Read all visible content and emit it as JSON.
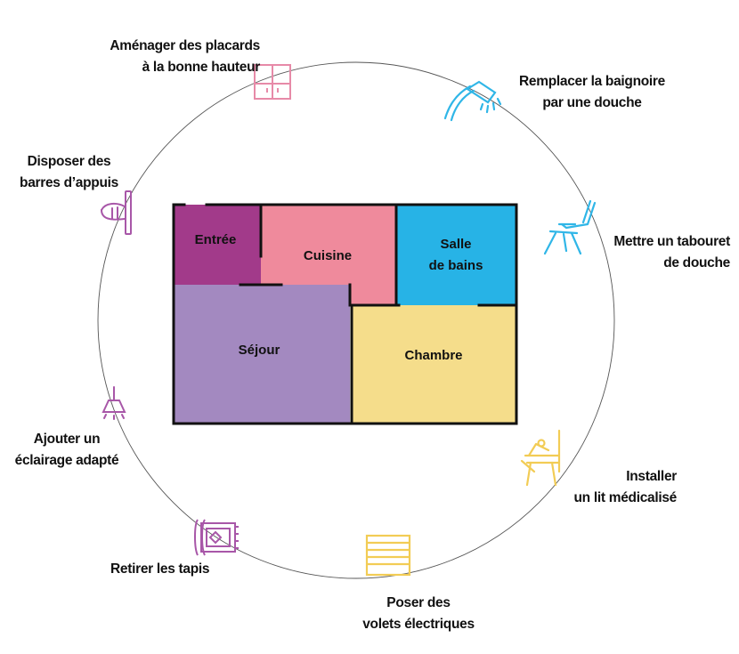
{
  "rooms": {
    "entree": "Entrée",
    "cuisine": "Cuisine",
    "salle_de_bains": [
      "Salle",
      "de bains"
    ],
    "sejour": "Séjour",
    "chambre": "Chambre"
  },
  "actions": {
    "placards": [
      "Aménager des placards",
      "à la bonne hauteur"
    ],
    "baignoire": [
      "Remplacer la baignoire",
      "par une douche"
    ],
    "tabouret": [
      "Mettre un tabouret",
      "de douche"
    ],
    "lit": [
      "Installer",
      "un lit médicalisé"
    ],
    "volets": [
      "Poser des",
      "volets électriques"
    ],
    "tapis": [
      "Retirer les tapis"
    ],
    "eclairage": [
      "Ajouter un",
      "éclairage adapté"
    ],
    "barres": [
      "Disposer des",
      "barres d’appuis"
    ]
  },
  "icons": {
    "placards": "cupboard-icon",
    "baignoire": "shower-head-icon",
    "tabouret": "shower-chair-icon",
    "lit": "medical-bed-icon",
    "volets": "electric-shutter-icon",
    "tapis": "rug-icon",
    "eclairage": "ceiling-lamp-icon",
    "barres": "grab-bar-icon"
  },
  "colors": {
    "entree": "#a23a8a",
    "cuisine": "#ef8a9c",
    "salle_de_bains": "#27b3e6",
    "sejour": "#a389c0",
    "chambre": "#f5dd8b",
    "icon_pink": "#e78aa8",
    "icon_blue": "#30b6e7",
    "icon_yellow": "#f2cc55",
    "icon_purple": "#a857a8"
  }
}
